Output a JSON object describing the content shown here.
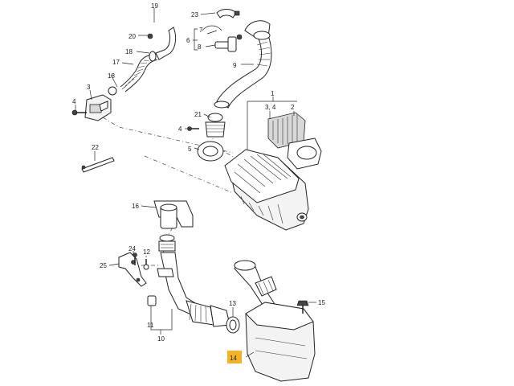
{
  "callouts": {
    "c1": "1",
    "c2": "2",
    "c3": "3",
    "c34": "3, 4",
    "c4a": "4",
    "c4b": "4",
    "c5": "5",
    "c6": "6",
    "c7": "7",
    "c8": "8",
    "c9": "9",
    "c10": "10",
    "c11": "11",
    "c12": "12",
    "c13": "13",
    "c14": "14",
    "c15": "15",
    "c16": "16",
    "c17": "17",
    "c18a": "18",
    "c18b": "18",
    "c19": "19",
    "c20": "20",
    "c21": "21",
    "c22": "22",
    "c23": "23",
    "c24": "24",
    "c25": "25"
  },
  "colors": {
    "highlight": "#f5b324",
    "line": "#222222"
  }
}
